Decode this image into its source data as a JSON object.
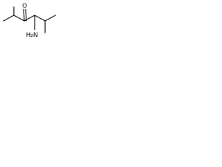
{
  "molecule": {
    "atoms": [
      {
        "id": "o1",
        "label": "O"
      },
      {
        "id": "n1",
        "label": "H₂N"
      }
    ]
  },
  "colors": {
    "bond": "#000000",
    "label": "#000000",
    "background": "#ffffff"
  }
}
